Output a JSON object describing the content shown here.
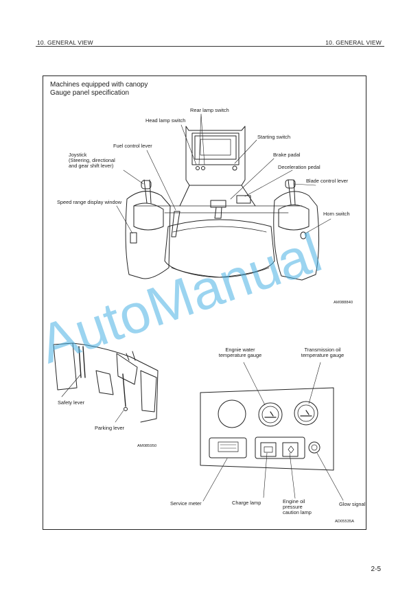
{
  "header": {
    "left": "10. GENERAL VIEW",
    "right": "10. GENERAL VIEW"
  },
  "caption": {
    "line1": "Machines equipped with canopy",
    "line2": "Gauge panel specification"
  },
  "top_figure": {
    "labels": {
      "rear_lamp_switch": "Rear lamp switch",
      "head_lamp_switch": "Head lamp switch",
      "starting_switch": "Starting switch",
      "fuel_control_lever": "Fuel control lever",
      "brake_pedal": "Brake padal",
      "joystick_1": "Joystick",
      "joystick_2": "(Steering, directional",
      "joystick_3": "and gear shift lever)",
      "deceleration_pedal": "Deceleration pedal",
      "blade_control_lever": "Blade control lever",
      "speed_range_window": "Speed range display window",
      "horn_switch": "Horn switch"
    },
    "code": "AM088840"
  },
  "left_figure": {
    "labels": {
      "safety_lever": "Safety lever",
      "parking_lever": "Parking lever"
    },
    "code": "AM085950"
  },
  "gauge_figure": {
    "labels": {
      "water_temp_1": "Engnie water",
      "water_temp_2": "temperature gauge",
      "trans_oil_1": "Transmission oil",
      "trans_oil_2": "temperature gauge",
      "service_meter": "Service meter",
      "charge_lamp": "Charge lamp",
      "engine_oil_1": "Engine oil",
      "engine_oil_2": "pressure",
      "engine_oil_3": "caution lamp",
      "glow_signal": "Glow signal"
    },
    "code": "AD05535A"
  },
  "watermark": "AutoManual",
  "page_number": "2-5",
  "colors": {
    "watermark": "#4ab2e4",
    "line": "#222222"
  }
}
